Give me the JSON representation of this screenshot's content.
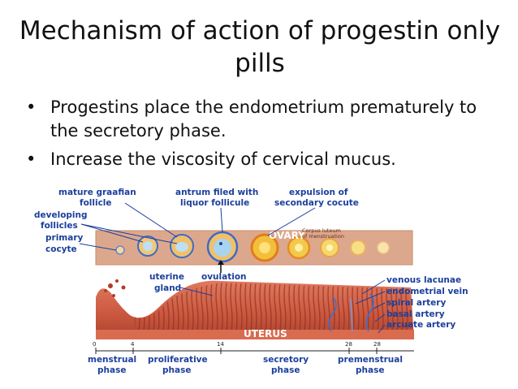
{
  "slide": {
    "title_line1": "Mechanism of action of progestin only",
    "title_line2": "pills",
    "bullets": [
      "Progestins place the endometrium prematurely to the secretory phase.",
      "Increase the viscosity of cervical mucus."
    ],
    "bullet_glyph": "•"
  },
  "figure": {
    "labels": {
      "mature_graafian_1": "mature graafian",
      "mature_graafian_2": "follicle",
      "antrum_1": "antrum filed with",
      "antrum_2": "liquor follicule",
      "expulsion_1": "expulsion of",
      "expulsion_2": "secondary cocute",
      "corpus_luteum_1": "Corpus luteum",
      "corpus_luteum_2": "of menstruation",
      "developing_1": "developing",
      "developing_2": "follicles",
      "primary_1": "primary",
      "primary_2": "cocyte",
      "ovary": "OVARY",
      "ovulation": "ovulation",
      "uterine_1": "uterine",
      "uterine_2": "gland",
      "venous_lacunae": "venous lacunae",
      "endometrial_vein": "endometrial vein",
      "spiral_artery": "spiral artery",
      "basal_artery": "basal artery",
      "arcuate_artery": "arcuate artery",
      "uterus": "UTERUS"
    },
    "day_ticks": [
      "0",
      "4",
      "14",
      "28",
      "28"
    ],
    "phases": [
      {
        "line1": "menstrual",
        "line2": "phase"
      },
      {
        "line1": "proliferative",
        "line2": "phase"
      },
      {
        "line1": "secretory",
        "line2": "phase"
      },
      {
        "line1": "premenstrual",
        "line2": "phase"
      }
    ],
    "colors": {
      "label_blue": "#1b3f9c",
      "ovary_band": "#d9a589",
      "endometrium": "#c9563e",
      "organ_text": "#ffffff"
    }
  }
}
